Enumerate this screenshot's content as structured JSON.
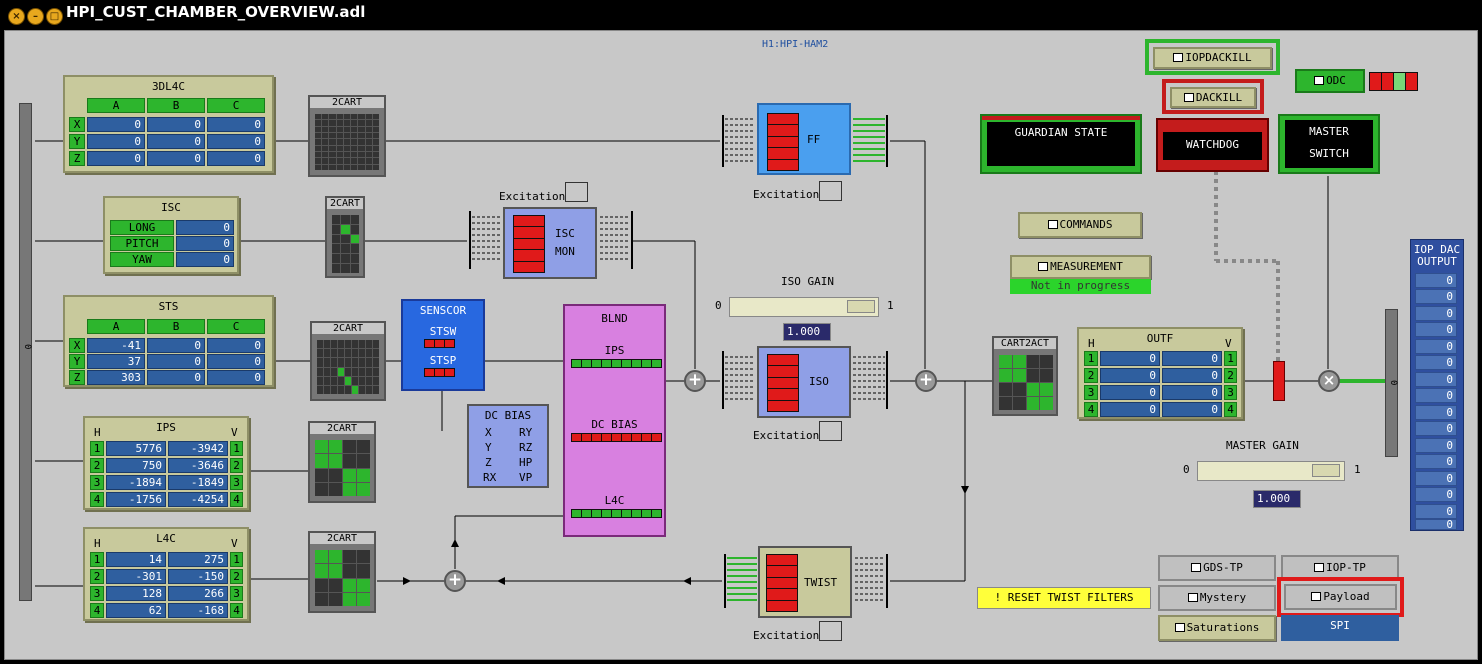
{
  "window": {
    "title": "HPI_CUST_CHAMBER_OVERVIEW.adl",
    "buttons": [
      "close",
      "minimize",
      "maximize"
    ]
  },
  "header": {
    "channel": "H1:HPI-HAM2"
  },
  "colors": {
    "background": "#c8c8c8",
    "panel": "#c8c99c",
    "green": "#2db52d",
    "blue_value": "#2f5f9f",
    "red": "#e01a1a",
    "filter_blue": "#4a9fef",
    "isc_purple": "#8f9fe6",
    "blend_magenta": "#d880e0",
    "senscor_blue": "#2868e0"
  },
  "side_bar_left": {
    "label": "0"
  },
  "side_bar_right": {
    "label": "0"
  },
  "blocks": {
    "l3dl4c": {
      "title": "3DL4C",
      "cols": [
        "A",
        "B",
        "C"
      ],
      "rows": [
        {
          "label": "X",
          "values": [
            "0",
            "0",
            "0"
          ]
        },
        {
          "label": "Y",
          "values": [
            "0",
            "0",
            "0"
          ]
        },
        {
          "label": "Z",
          "values": [
            "0",
            "0",
            "0"
          ]
        }
      ]
    },
    "isc": {
      "title": "ISC",
      "rows": [
        {
          "label": "LONG",
          "value": "0"
        },
        {
          "label": "PITCH",
          "value": "0"
        },
        {
          "label": "YAW",
          "value": "0"
        }
      ]
    },
    "sts": {
      "title": "STS",
      "cols": [
        "A",
        "B",
        "C"
      ],
      "rows": [
        {
          "label": "X",
          "values": [
            "-41",
            "0",
            "0"
          ]
        },
        {
          "label": "Y",
          "values": [
            "37",
            "0",
            "0"
          ]
        },
        {
          "label": "Z",
          "values": [
            "303",
            "0",
            "0"
          ]
        }
      ]
    },
    "ips": {
      "title": "IPS",
      "h": "H",
      "v": "V",
      "rows": [
        {
          "i": "1",
          "h": "5776",
          "v": "-3942",
          "j": "1"
        },
        {
          "i": "2",
          "h": "750",
          "v": "-3646",
          "j": "2"
        },
        {
          "i": "3",
          "h": "-1894",
          "v": "-1849",
          "j": "3"
        },
        {
          "i": "4",
          "h": "-1756",
          "v": "-4254",
          "j": "4"
        }
      ]
    },
    "l4c": {
      "title": "L4C",
      "h": "H",
      "v": "V",
      "rows": [
        {
          "i": "1",
          "h": "14",
          "v": "275",
          "j": "1"
        },
        {
          "i": "2",
          "h": "-301",
          "v": "-150",
          "j": "2"
        },
        {
          "i": "3",
          "h": "128",
          "v": "266",
          "j": "3"
        },
        {
          "i": "4",
          "h": "62",
          "v": "-168",
          "j": "4"
        }
      ]
    },
    "outf": {
      "title": "OUTF",
      "h": "H",
      "v": "V",
      "rows": [
        {
          "i": "1",
          "h": "0",
          "v": "0",
          "j": "1"
        },
        {
          "i": "2",
          "h": "0",
          "v": "0",
          "j": "2"
        },
        {
          "i": "3",
          "h": "0",
          "v": "0",
          "j": "3"
        },
        {
          "i": "4",
          "h": "0",
          "v": "0",
          "j": "4"
        }
      ]
    }
  },
  "cart": {
    "label": "2CART",
    "label_act": "CART2ACT"
  },
  "senscor": {
    "title": "SENSCOR",
    "stsw": "STSW",
    "stsp": "STSP"
  },
  "blnd": {
    "title": "BLND",
    "ips": "IPS",
    "dcbias": "DC BIAS",
    "l4c": "L4C"
  },
  "dcbias": {
    "title": "DC BIAS",
    "rows": [
      [
        "X",
        "RY"
      ],
      [
        "Y",
        "RZ"
      ],
      [
        "Z",
        "HP"
      ],
      [
        "RX",
        "VP"
      ]
    ]
  },
  "filters": {
    "ff": "FF",
    "isc_mon_1": "ISC",
    "isc_mon_2": "MON",
    "iso": "ISO",
    "twist": "TWIST",
    "excitation": "Excitation"
  },
  "iso_gain": {
    "label": "ISO GAIN",
    "min": "0",
    "max": "1",
    "value": "1.000"
  },
  "master_gain": {
    "label": "MASTER GAIN",
    "min": "0",
    "max": "1",
    "value": "1.000"
  },
  "controls": {
    "iopdackill": "IOPDACKILL",
    "dackill": "DACKILL",
    "odc": "ODC",
    "guardian": "GUARDIAN STATE",
    "watchdog": "WATCHDOG",
    "master_switch_1": "MASTER",
    "master_switch_2": "SWITCH",
    "commands": "COMMANDS",
    "measurement": "MEASUREMENT",
    "measurement_status": "Not in progress",
    "reset_twist": "! RESET TWIST FILTERS",
    "gds_tp": "GDS-TP",
    "iop_tp": "IOP-TP",
    "mystery": "Mystery",
    "payload": "Payload",
    "saturations": "Saturations",
    "spi": "SPI"
  },
  "iop_dac": {
    "title_1": "IOP DAC",
    "title_2": "OUTPUT",
    "values": [
      "0",
      "0",
      "0",
      "0",
      "0",
      "0",
      "0",
      "0",
      "0",
      "0",
      "0",
      "0",
      "0",
      "0",
      "0",
      "0"
    ]
  }
}
